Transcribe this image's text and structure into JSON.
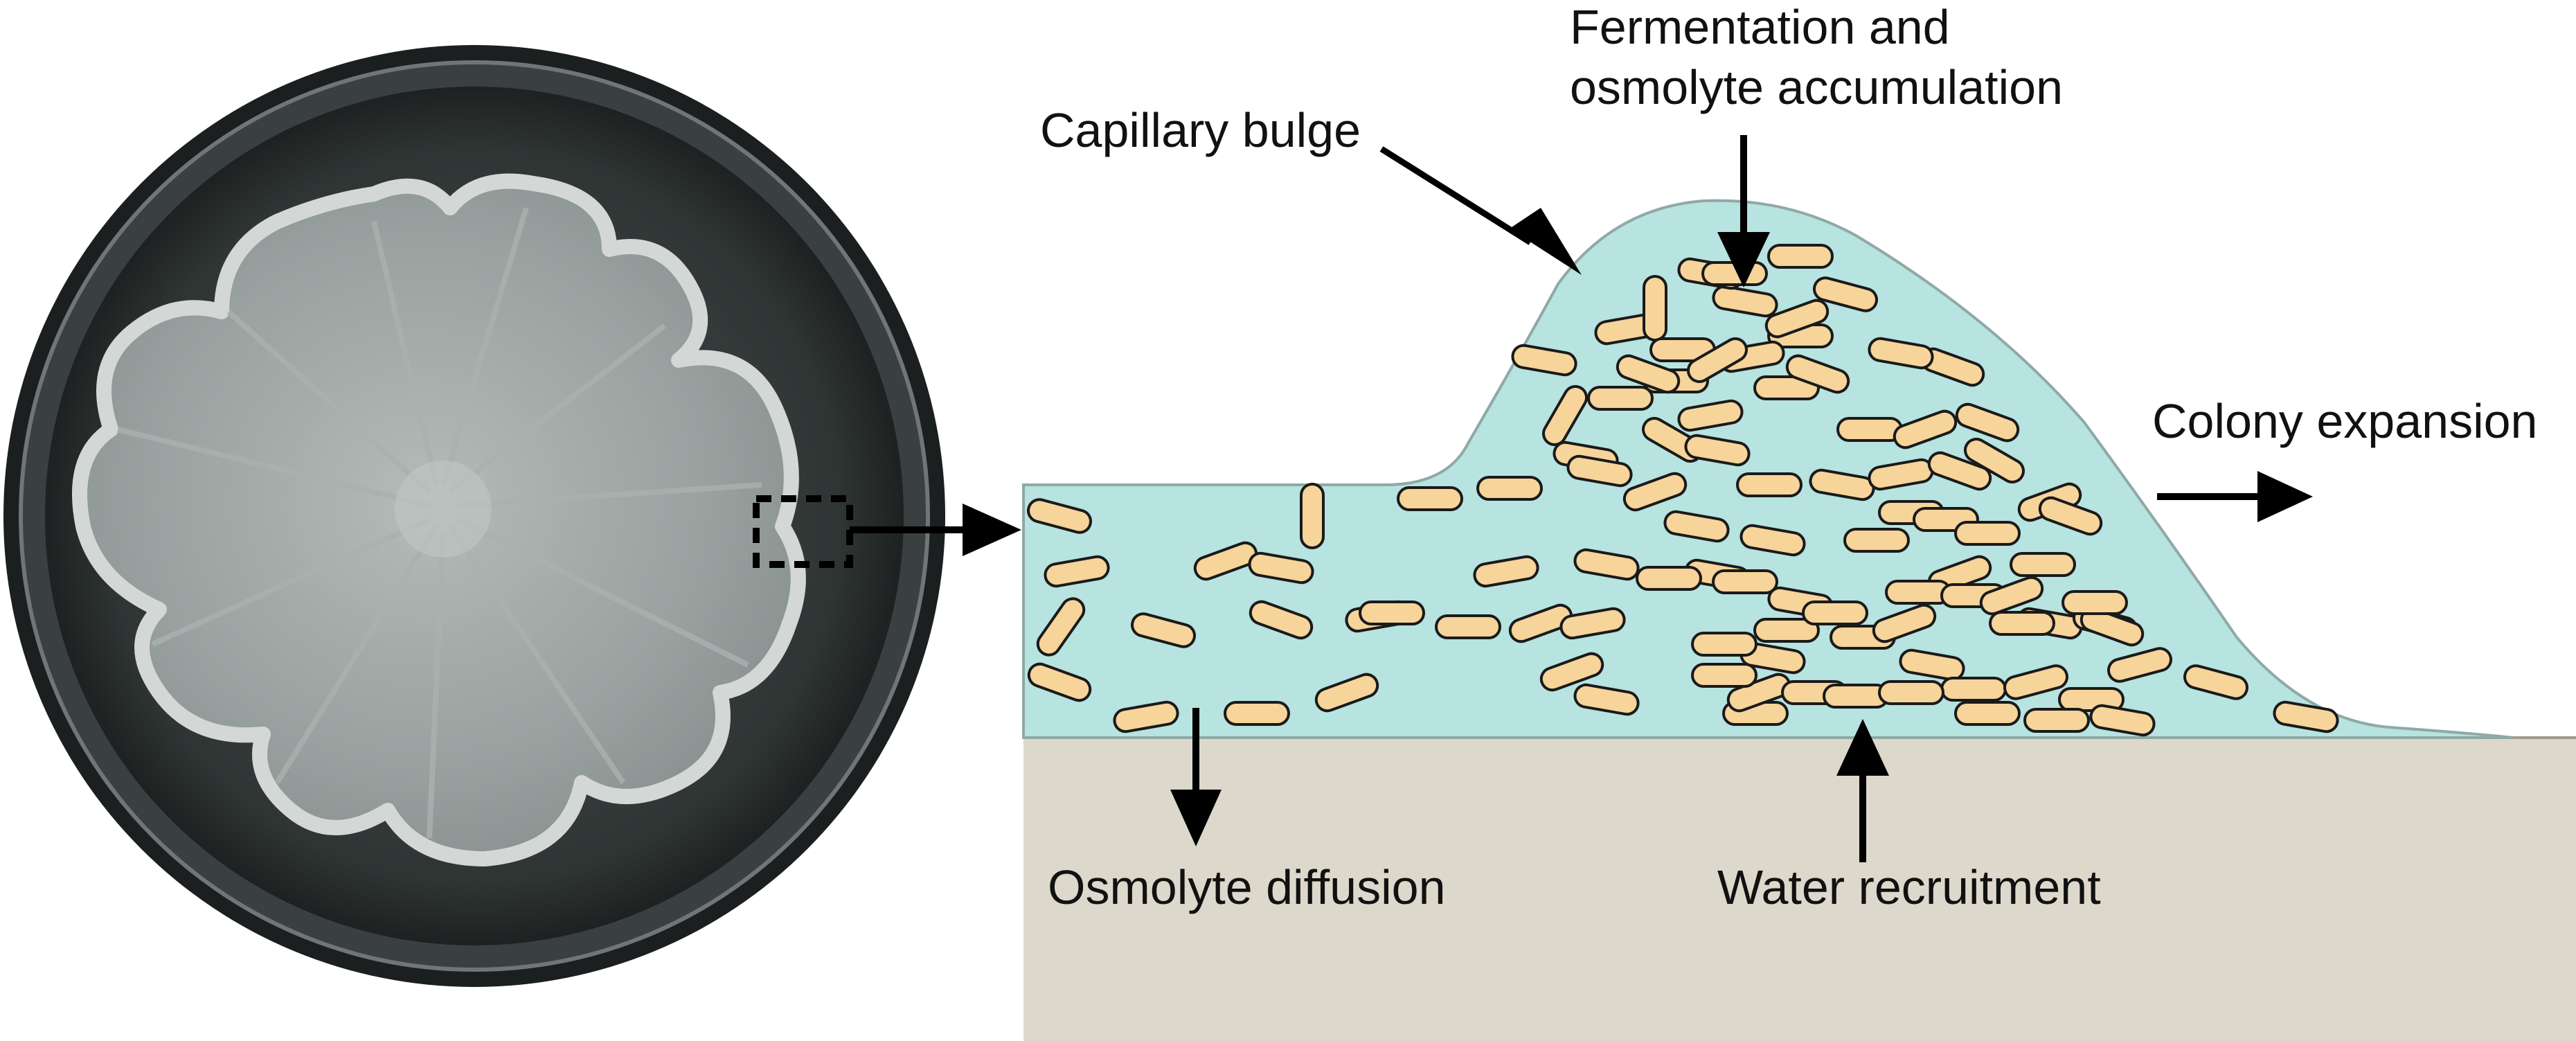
{
  "labels": {
    "fermentation_line1": "Fermentation and",
    "fermentation_line2": "osmolyte accumulation",
    "capillary_bulge": "Capillary bulge",
    "colony_expansion": "Colony expansion",
    "osmolyte_diffusion": "Osmolyte diffusion",
    "water_recruitment": "Water recruitment"
  },
  "colors": {
    "dish_dark": "#2f3534",
    "colony": "#9aa3a1",
    "colony_edge": "#c9cfcd",
    "fluid": "#b7e3e0",
    "substrate": "#ddd8cc",
    "cell_fill": "#f6d49a",
    "cell_stroke": "#1a1a1a",
    "arrow": "#000000"
  }
}
